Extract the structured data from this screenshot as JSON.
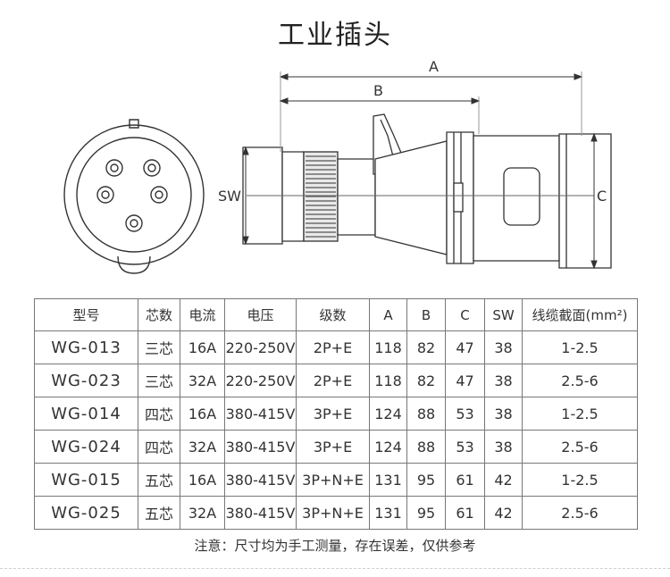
{
  "title": "工业插头",
  "drawing": {
    "dim_a": "A",
    "dim_b": "B",
    "dim_c": "C",
    "dim_sw": "SW"
  },
  "table": {
    "headers": [
      "型号",
      "芯数",
      "电流",
      "电压",
      "级数",
      "A",
      "B",
      "C",
      "SW",
      "线缆截面(mm²)"
    ],
    "rows": [
      [
        "WG-013",
        "三芯",
        "16A",
        "220-250V",
        "2P+E",
        "118",
        "82",
        "47",
        "38",
        "1-2.5"
      ],
      [
        "WG-023",
        "三芯",
        "32A",
        "220-250V",
        "2P+E",
        "118",
        "82",
        "47",
        "38",
        "2.5-6"
      ],
      [
        "WG-014",
        "四芯",
        "16A",
        "380-415V",
        "3P+E",
        "124",
        "88",
        "53",
        "38",
        "1-2.5"
      ],
      [
        "WG-024",
        "四芯",
        "32A",
        "380-415V",
        "3P+E",
        "124",
        "88",
        "53",
        "38",
        "2.5-6"
      ],
      [
        "WG-015",
        "五芯",
        "16A",
        "380-415V",
        "3P+N+E",
        "131",
        "95",
        "61",
        "42",
        "1-2.5"
      ],
      [
        "WG-025",
        "五芯",
        "32A",
        "380-415V",
        "3P+N+E",
        "131",
        "95",
        "61",
        "42",
        "2.5-6"
      ]
    ]
  },
  "note": "注意：尺寸均为手工测量，存在误差，仅供参考"
}
